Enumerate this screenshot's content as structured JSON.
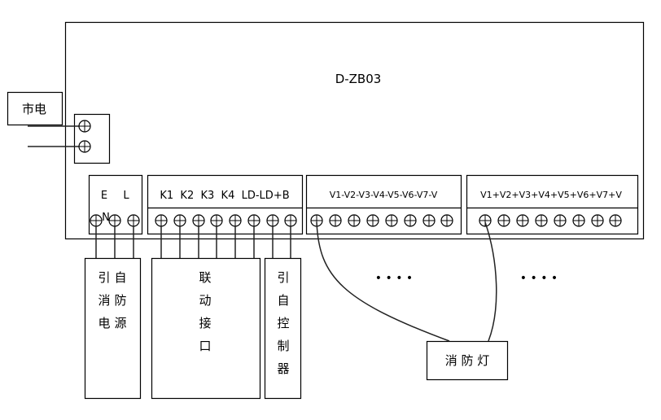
{
  "device": {
    "model": "D-ZB03"
  },
  "mains": {
    "label": "市电"
  },
  "blocks": [
    {
      "label_e": "E",
      "label_n": "N",
      "label_l": "L"
    },
    {
      "label": "K1  K2  K3  K4  LD-LD+B"
    },
    {
      "label": "V1-V2-V3-V4-V5-V6-V7-V"
    },
    {
      "label": "V1+V2+V3+V4+V5+V6+V7+V"
    }
  ],
  "external": {
    "fire_power": {
      "col1": [
        "引",
        "消",
        "电"
      ],
      "col2": [
        "自",
        "防",
        "源"
      ]
    },
    "linkage": [
      "联",
      "动",
      "接",
      "口"
    ],
    "controller": [
      "引",
      "自",
      "控",
      "制",
      "器"
    ],
    "lamp": "消 防 灯",
    "ellipsis": "• • • •"
  }
}
